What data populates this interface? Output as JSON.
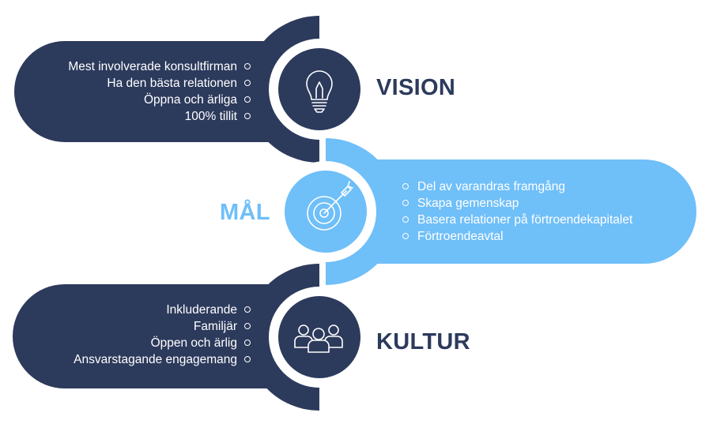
{
  "colors": {
    "dark": "#2c3a5c",
    "light": "#6fbff9",
    "white": "#ffffff"
  },
  "sections": {
    "vision": {
      "title": "VISION",
      "icon": "lightbulb-icon",
      "items": [
        "Mest involverade konsultfirman",
        "Ha den bästa relationen",
        "Öppna och ärliga",
        "100% tillit"
      ]
    },
    "mal": {
      "title": "MÅL",
      "icon": "target-arrow-icon",
      "items": [
        "Del av varandras framgång",
        "Skapa gemenskap",
        "Basera relationer på förtroendekapitalet",
        "Förtroendeavtal"
      ]
    },
    "kultur": {
      "title": "KULTUR",
      "icon": "people-group-icon",
      "items": [
        "Inkluderande",
        "Familjär",
        "Öppen och ärlig",
        "Ansvarstagande engagemang"
      ]
    }
  }
}
